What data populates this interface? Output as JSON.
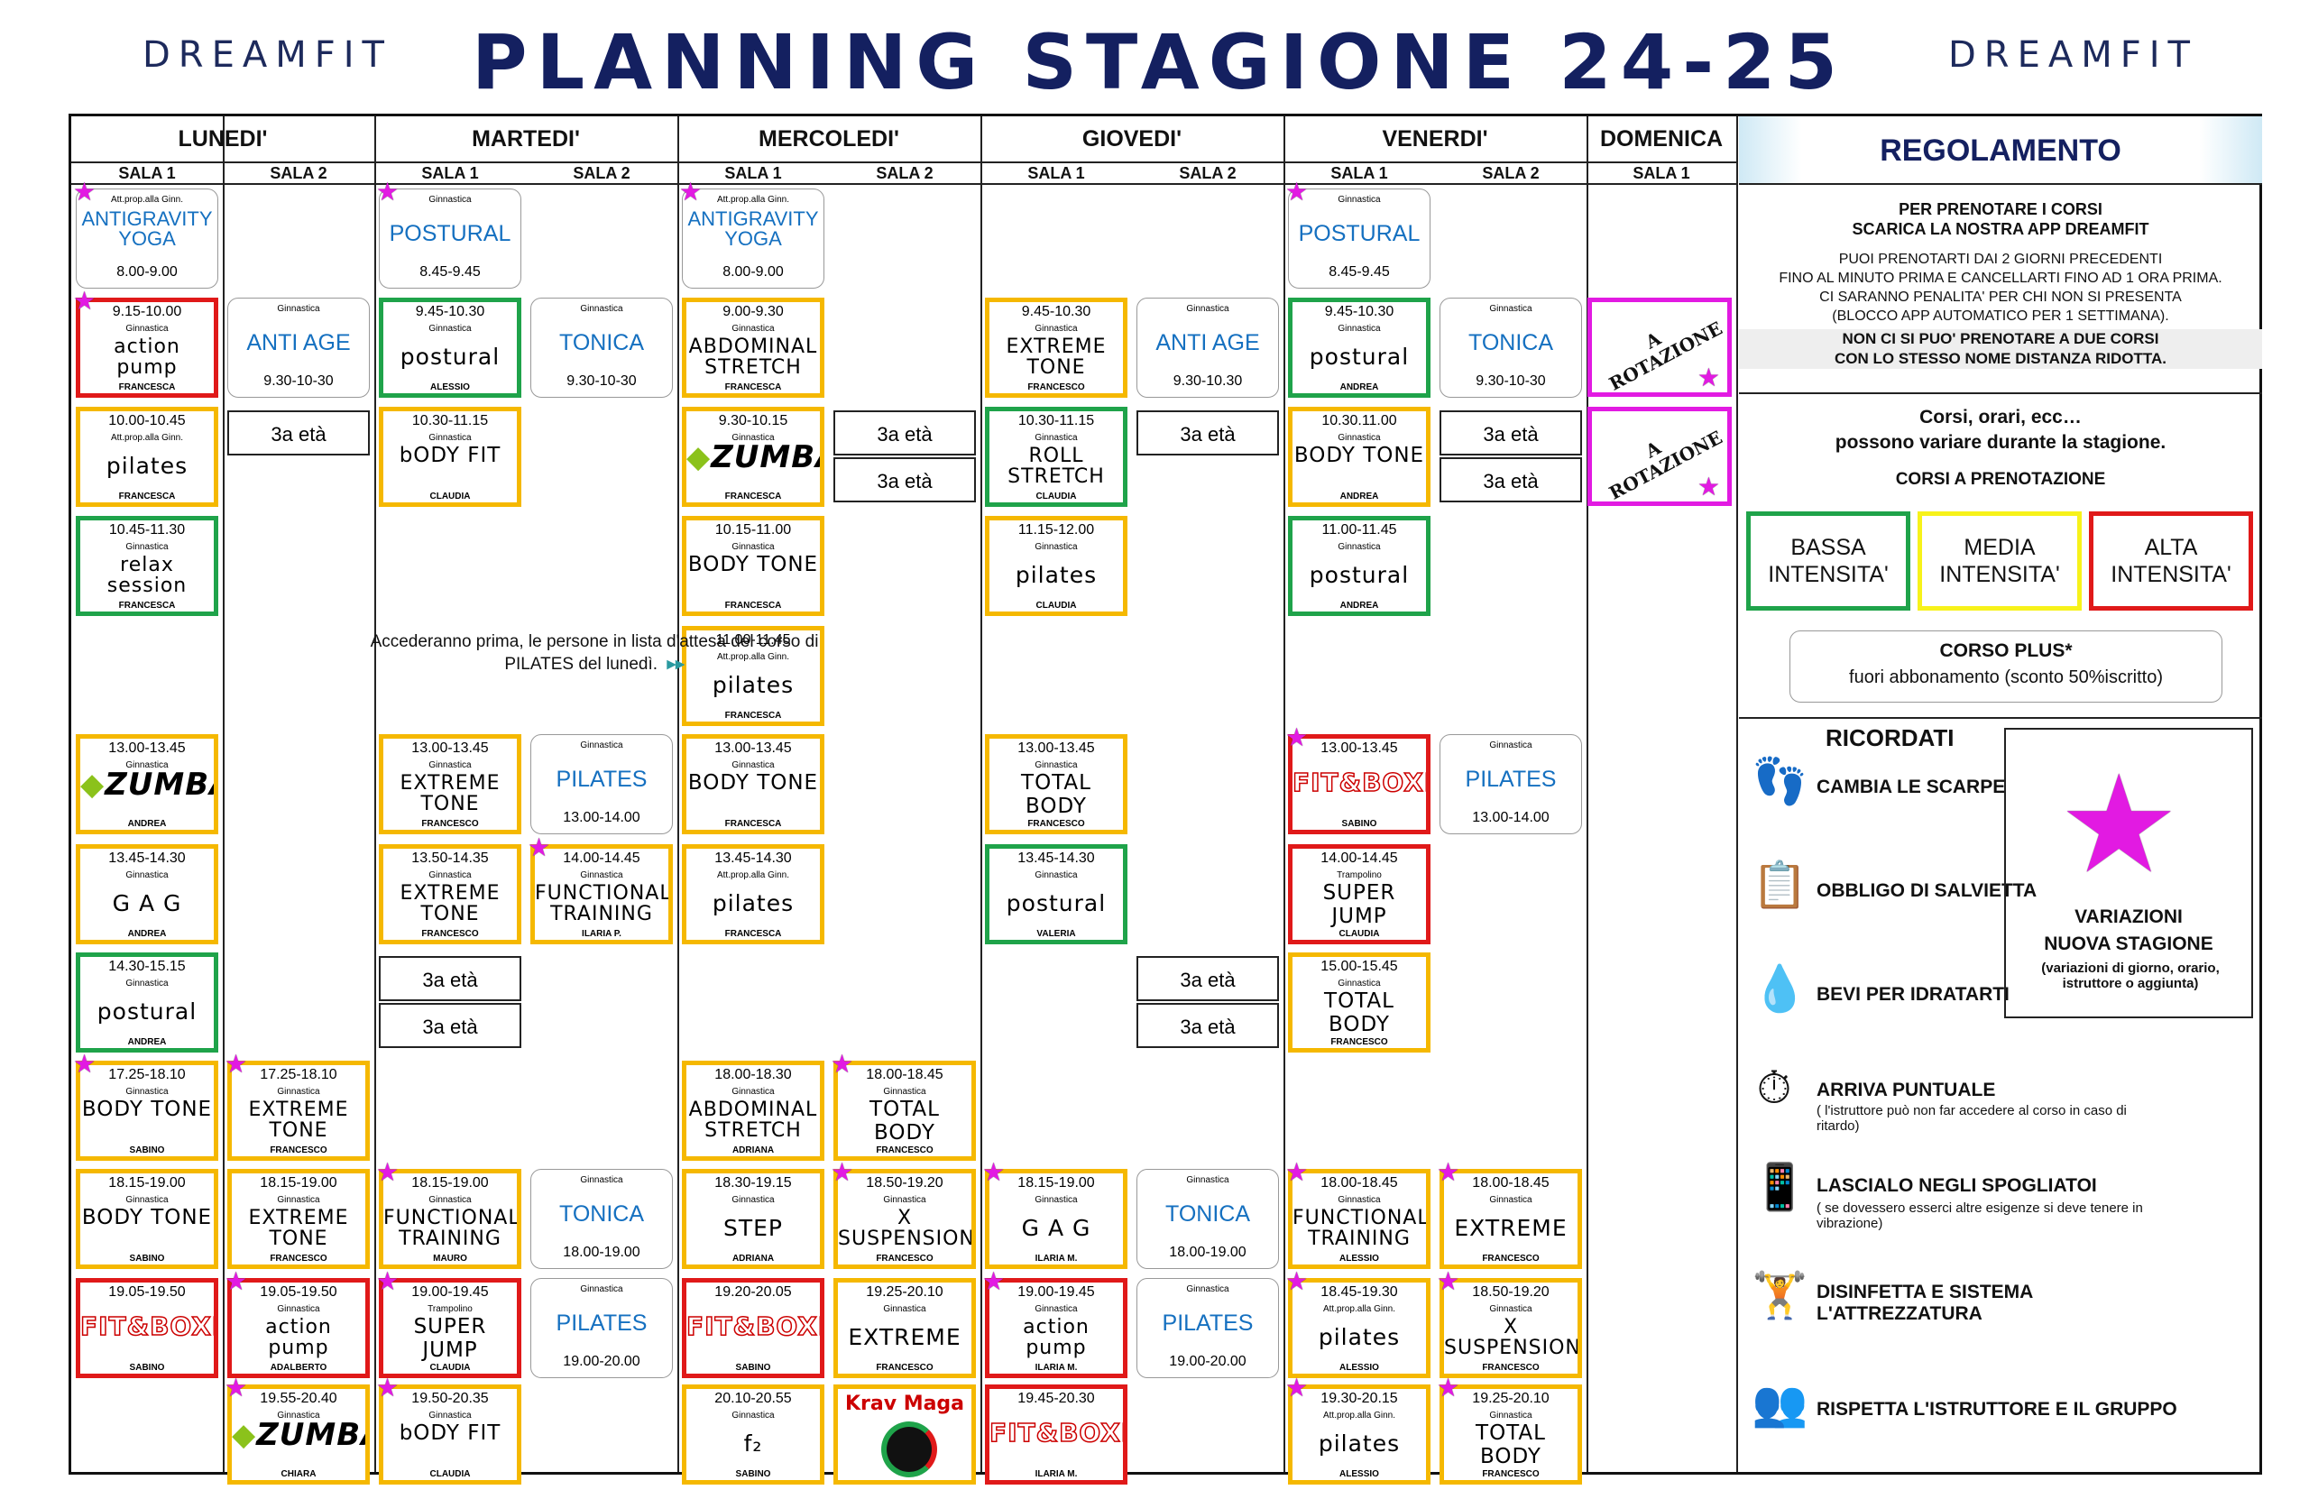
{
  "brand_left": "DREAMFIT",
  "brand_right": "DREAMFIT",
  "title": "PLANNING STAGIONE 24-25",
  "days": [
    "LUNEDI'",
    "MARTEDI'",
    "MERCOLEDI'",
    "GIOVEDI'",
    "VENERDI'",
    "DOMENICA"
  ],
  "sala1": "SALA 1",
  "sala2": "SALA 2",
  "note": "Accederanno prima, le persone in lista d'attesa del corso di PILATES del lunedì.",
  "rotation": "A ROTAZIONE",
  "classes": [
    {
      "c": 0,
      "r": 0,
      "st": "gray",
      "time": "8.00-9.00",
      "sub": "Att.prop.alla Ginn.",
      "name": "ANTIGRAVITY YOGA",
      "ins": "",
      "star": true
    },
    {
      "c": 0,
      "r": 1,
      "st": "r",
      "time": "9.15-10.00",
      "sub": "Ginnastica",
      "name": "action pump",
      "ins": "FRANCESCA",
      "star": true
    },
    {
      "c": 0,
      "r": 2,
      "st": "y",
      "time": "10.00-10.45",
      "sub": "Att.prop.alla Ginn.",
      "name": "pilates",
      "ins": "FRANCESCA",
      "star": false
    },
    {
      "c": 0,
      "r": 3,
      "st": "g",
      "time": "10.45-11.30",
      "sub": "Ginnastica",
      "name": "relax session",
      "ins": "FRANCESCA",
      "star": false
    },
    {
      "c": 0,
      "r": 5,
      "st": "y",
      "time": "13.00-13.45",
      "sub": "Ginnastica",
      "name": "ZUMBA",
      "ins": "ANDREA",
      "star": false,
      "logo": "z"
    },
    {
      "c": 0,
      "r": 6,
      "st": "y",
      "time": "13.45-14.30",
      "sub": "Ginnastica",
      "name": "G A G",
      "ins": "ANDREA",
      "star": false
    },
    {
      "c": 0,
      "r": 7,
      "st": "g",
      "time": "14.30-15.15",
      "sub": "Ginnastica",
      "name": "postural",
      "ins": "ANDREA",
      "star": false
    },
    {
      "c": 0,
      "r": 8,
      "st": "y",
      "time": "17.25-18.10",
      "sub": "Ginnastica",
      "name": "BODY TONE",
      "ins": "SABINO",
      "star": true
    },
    {
      "c": 0,
      "r": 9,
      "st": "y",
      "time": "18.15-19.00",
      "sub": "Ginnastica",
      "name": "BODY TONE",
      "ins": "SABINO",
      "star": false
    },
    {
      "c": 0,
      "r": 10,
      "st": "r",
      "time": "19.05-19.50",
      "sub": "",
      "name": "FIT&BOXE",
      "ins": "SABINO",
      "star": false,
      "logo": "f"
    },
    {
      "c": 1,
      "r": 1,
      "st": "gray",
      "time": "9.30-10-30",
      "sub": "Ginnastica",
      "name": "ANTI AGE",
      "ins": "",
      "star": false
    },
    {
      "c": 1,
      "r": 8,
      "st": "y",
      "time": "17.25-18.10",
      "sub": "Ginnastica",
      "name": "EXTREME TONE",
      "ins": "FRANCESCO",
      "star": true
    },
    {
      "c": 1,
      "r": 9,
      "st": "y",
      "time": "18.15-19.00",
      "sub": "Ginnastica",
      "name": "EXTREME TONE",
      "ins": "FRANCESCO",
      "star": false
    },
    {
      "c": 1,
      "r": 10,
      "st": "r",
      "time": "19.05-19.50",
      "sub": "Ginnastica",
      "name": "action pump",
      "ins": "ADALBERTO",
      "star": true
    },
    {
      "c": 1,
      "r": 11,
      "st": "y",
      "time": "19.55-20.40",
      "sub": "Ginnastica",
      "name": "ZUMBA",
      "ins": "CHIARA",
      "star": true,
      "logo": "z"
    },
    {
      "c": 2,
      "r": 0,
      "st": "gray",
      "time": "8.45-9.45",
      "sub": "Ginnastica",
      "name": "POSTURAL",
      "ins": "",
      "star": true
    },
    {
      "c": 2,
      "r": 1,
      "st": "g",
      "time": "9.45-10.30",
      "sub": "Ginnastica",
      "name": "postural",
      "ins": "ALESSIO",
      "star": false
    },
    {
      "c": 2,
      "r": 2,
      "st": "y",
      "time": "10.30-11.15",
      "sub": "Ginnastica",
      "name": "bODY FIT",
      "ins": "CLAUDIA",
      "star": false
    },
    {
      "c": 2,
      "r": 5,
      "st": "y",
      "time": "13.00-13.45",
      "sub": "Ginnastica",
      "name": "EXTREME TONE",
      "ins": "FRANCESCO",
      "star": false
    },
    {
      "c": 2,
      "r": 6,
      "st": "y",
      "time": "13.50-14.35",
      "sub": "Ginnastica",
      "name": "EXTREME TONE",
      "ins": "FRANCESCO",
      "star": false
    },
    {
      "c": 2,
      "r": 9,
      "st": "y",
      "time": "18.15-19.00",
      "sub": "Ginnastica",
      "name": "FUNCTIONAL TRAINING",
      "ins": "MAURO",
      "star": true
    },
    {
      "c": 2,
      "r": 10,
      "st": "r",
      "time": "19.00-19.45",
      "sub": "Trampolino",
      "name": "SUPER JUMP",
      "ins": "CLAUDIA",
      "star": true
    },
    {
      "c": 2,
      "r": 11,
      "st": "y",
      "time": "19.50-20.35",
      "sub": "Ginnastica",
      "name": "bODY FIT",
      "ins": "CLAUDIA",
      "star": true
    },
    {
      "c": 3,
      "r": 1,
      "st": "gray",
      "time": "9.30-10-30",
      "sub": "Ginnastica",
      "name": "TONICA",
      "ins": "",
      "star": false
    },
    {
      "c": 3,
      "r": 5,
      "st": "gray",
      "time": "13.00-14.00",
      "sub": "Ginnastica",
      "name": "PILATES",
      "ins": "",
      "star": false
    },
    {
      "c": 3,
      "r": 6,
      "st": "y",
      "time": "14.00-14.45",
      "sub": "Ginnastica",
      "name": "FUNCTIONAL TRAINING",
      "ins": "ILARIA P.",
      "star": true
    },
    {
      "c": 3,
      "r": 9,
      "st": "gray",
      "time": "18.00-19.00",
      "sub": "Ginnastica",
      "name": "TONICA",
      "ins": "",
      "star": false
    },
    {
      "c": 3,
      "r": 10,
      "st": "gray",
      "time": "19.00-20.00",
      "sub": "Ginnastica",
      "name": "PILATES",
      "ins": "",
      "star": false
    },
    {
      "c": 4,
      "r": 0,
      "st": "gray",
      "time": "8.00-9.00",
      "sub": "Att.prop.alla Ginn.",
      "name": "ANTIGRAVITY YOGA",
      "ins": "",
      "star": true
    },
    {
      "c": 4,
      "r": 1,
      "st": "y",
      "time": "9.00-9.30",
      "sub": "Ginnastica",
      "name": "ABDOMINAL STRETCH",
      "ins": "FRANCESCA",
      "star": false
    },
    {
      "c": 4,
      "r": 2,
      "st": "y",
      "time": "9.30-10.15",
      "sub": "Ginnastica",
      "name": "ZUMBA",
      "ins": "FRANCESCA",
      "star": false,
      "logo": "z"
    },
    {
      "c": 4,
      "r": 3,
      "st": "y",
      "time": "10.15-11.00",
      "sub": "Ginnastica",
      "name": "BODY TONE",
      "ins": "FRANCESCA",
      "star": false
    },
    {
      "c": 4,
      "r": 4,
      "st": "y",
      "time": "11.00-11.45",
      "sub": "Att.prop.alla Ginn.",
      "name": "pilates",
      "ins": "FRANCESCA",
      "star": false
    },
    {
      "c": 4,
      "r": 5,
      "st": "y",
      "time": "13.00-13.45",
      "sub": "Ginnastica",
      "name": "BODY TONE",
      "ins": "FRANCESCA",
      "star": false
    },
    {
      "c": 4,
      "r": 6,
      "st": "y",
      "time": "13.45-14.30",
      "sub": "Att.prop.alla Ginn.",
      "name": "pilates",
      "ins": "FRANCESCA",
      "star": false
    },
    {
      "c": 4,
      "r": 8,
      "st": "y",
      "time": "18.00-18.30",
      "sub": "Ginnastica",
      "name": "ABDOMINAL STRETCH",
      "ins": "ADRIANA",
      "star": false
    },
    {
      "c": 4,
      "r": 9,
      "st": "y",
      "time": "18.30-19.15",
      "sub": "Ginnastica",
      "name": "STEP",
      "ins": "ADRIANA",
      "star": false
    },
    {
      "c": 4,
      "r": 10,
      "st": "r",
      "time": "19.20-20.05",
      "sub": "",
      "name": "FIT&BOXE",
      "ins": "SABINO",
      "star": false,
      "logo": "f"
    },
    {
      "c": 4,
      "r": 11,
      "st": "y",
      "time": "20.10-20.55",
      "sub": "Ginnastica",
      "name": "f₂",
      "ins": "SABINO",
      "star": false
    },
    {
      "c": 5,
      "r": 8,
      "st": "y",
      "time": "18.00-18.45",
      "sub": "Ginnastica",
      "name": "TOTAL BODY",
      "ins": "FRANCESCO",
      "star": true
    },
    {
      "c": 5,
      "r": 9,
      "st": "y",
      "time": "18.50-19.20",
      "sub": "Ginnastica",
      "name": "X SUSPENSION",
      "ins": "FRANCESCO",
      "star": true
    },
    {
      "c": 5,
      "r": 10,
      "st": "y",
      "time": "19.25-20.10",
      "sub": "Ginnastica",
      "name": "EXTREME",
      "ins": "FRANCESCO",
      "star": false
    },
    {
      "c": 5,
      "r": 11,
      "st": "y",
      "time": "",
      "sub": "",
      "name": "Krav Maga",
      "ins": "",
      "star": false,
      "logo": "k"
    },
    {
      "c": 6,
      "r": 1,
      "st": "y",
      "time": "9.45-10.30",
      "sub": "Ginnastica",
      "name": "EXTREME TONE",
      "ins": "FRANCESCO",
      "star": false
    },
    {
      "c": 6,
      "r": 2,
      "st": "g",
      "time": "10.30-11.15",
      "sub": "Ginnastica",
      "name": "ROLL STRETCH",
      "ins": "CLAUDIA",
      "star": false
    },
    {
      "c": 6,
      "r": 3,
      "st": "y",
      "time": "11.15-12.00",
      "sub": "Ginnastica",
      "name": "pilates",
      "ins": "CLAUDIA",
      "star": false
    },
    {
      "c": 6,
      "r": 5,
      "st": "y",
      "time": "13.00-13.45",
      "sub": "Ginnastica",
      "name": "TOTAL BODY",
      "ins": "FRANCESCO",
      "star": false
    },
    {
      "c": 6,
      "r": 6,
      "st": "g",
      "time": "13.45-14.30",
      "sub": "Ginnastica",
      "name": "postural",
      "ins": "VALERIA",
      "star": false
    },
    {
      "c": 6,
      "r": 9,
      "st": "y",
      "time": "18.15-19.00",
      "sub": "Ginnastica",
      "name": "G A G",
      "ins": "ILARIA M.",
      "star": true
    },
    {
      "c": 6,
      "r": 10,
      "st": "r",
      "time": "19.00-19.45",
      "sub": "Ginnastica",
      "name": "action pump",
      "ins": "ILARIA M.",
      "star": true
    },
    {
      "c": 6,
      "r": 11,
      "st": "r",
      "time": "19.45-20.30",
      "sub": "",
      "name": "FIT&BOXE",
      "ins": "ILARIA M.",
      "star": false,
      "logo": "f"
    },
    {
      "c": 7,
      "r": 1,
      "st": "gray",
      "time": "9.30-10.30",
      "sub": "Ginnastica",
      "name": "ANTI AGE",
      "ins": "",
      "star": false
    },
    {
      "c": 7,
      "r": 9,
      "st": "gray",
      "time": "18.00-19.00",
      "sub": "Ginnastica",
      "name": "TONICA",
      "ins": "",
      "star": false
    },
    {
      "c": 7,
      "r": 10,
      "st": "gray",
      "time": "19.00-20.00",
      "sub": "Ginnastica",
      "name": "PILATES",
      "ins": "",
      "star": false
    },
    {
      "c": 8,
      "r": 0,
      "st": "gray",
      "time": "8.45-9.45",
      "sub": "Ginnastica",
      "name": "POSTURAL",
      "ins": "",
      "star": true
    },
    {
      "c": 8,
      "r": 1,
      "st": "g",
      "time": "9.45-10.30",
      "sub": "Ginnastica",
      "name": "postural",
      "ins": "ANDREA",
      "star": false
    },
    {
      "c": 8,
      "r": 2,
      "st": "y",
      "time": "10.30.11.00",
      "sub": "Ginnastica",
      "name": "BODY TONE",
      "ins": "ANDREA",
      "star": false
    },
    {
      "c": 8,
      "r": 3,
      "st": "g",
      "time": "11.00-11.45",
      "sub": "Ginnastica",
      "name": "postural",
      "ins": "ANDREA",
      "star": false
    },
    {
      "c": 8,
      "r": 5,
      "st": "r",
      "time": "13.00-13.45",
      "sub": "",
      "name": "FIT&BOXE",
      "ins": "SABINO",
      "star": true,
      "logo": "f"
    },
    {
      "c": 8,
      "r": 6,
      "st": "r",
      "time": "14.00-14.45",
      "sub": "Trampolino",
      "name": "SUPER JUMP",
      "ins": "CLAUDIA",
      "star": false
    },
    {
      "c": 8,
      "r": 7,
      "st": "y",
      "time": "15.00-15.45",
      "sub": "Ginnastica",
      "name": "TOTAL BODY",
      "ins": "FRANCESCO",
      "star": false
    },
    {
      "c": 8,
      "r": 9,
      "st": "y",
      "time": "18.00-18.45",
      "sub": "Ginnastica",
      "name": "FUNCTIONAL TRAINING",
      "ins": "ALESSIO",
      "star": true
    },
    {
      "c": 8,
      "r": 10,
      "st": "y",
      "time": "18.45-19.30",
      "sub": "Att.prop.alla Ginn.",
      "name": "pilates",
      "ins": "ALESSIO",
      "star": true
    },
    {
      "c": 8,
      "r": 11,
      "st": "y",
      "time": "19.30-20.15",
      "sub": "Att.prop.alla Ginn.",
      "name": "pilates",
      "ins": "ALESSIO",
      "star": true
    },
    {
      "c": 9,
      "r": 1,
      "st": "gray",
      "time": "9.30-10-30",
      "sub": "Ginnastica",
      "name": "TONICA",
      "ins": "",
      "star": false
    },
    {
      "c": 9,
      "r": 5,
      "st": "gray",
      "time": "13.00-14.00",
      "sub": "Ginnastica",
      "name": "PILATES",
      "ins": "",
      "star": false
    },
    {
      "c": 9,
      "r": 9,
      "st": "y",
      "time": "18.00-18.45",
      "sub": "Ginnastica",
      "name": "EXTREME",
      "ins": "FRANCESCO",
      "star": true
    },
    {
      "c": 9,
      "r": 10,
      "st": "y",
      "time": "18.50-19.20",
      "sub": "Ginnastica",
      "name": "X SUSPENSION",
      "ins": "FRANCESCO",
      "star": true
    },
    {
      "c": 9,
      "r": 11,
      "st": "y",
      "time": "19.25-20.10",
      "sub": "Ginnastica",
      "name": "TOTAL BODY",
      "ins": "FRANCESCO",
      "star": true
    }
  ],
  "terza_eta": [
    {
      "c": 1,
      "slot": 2,
      "label": "3a età"
    },
    {
      "c": 5,
      "slot": 2,
      "label": "3a età"
    },
    {
      "c": 5,
      "slot": 2.5,
      "label": "3a età"
    },
    {
      "c": 7,
      "slot": 2,
      "label": "3a età"
    },
    {
      "c": 9,
      "slot": 2,
      "label": "3a età"
    },
    {
      "c": 9,
      "slot": 2.5,
      "label": "3a età"
    },
    {
      "c": 2,
      "slot": 7,
      "label": "3a età"
    },
    {
      "c": 2,
      "slot": 7.5,
      "label": "3a età"
    },
    {
      "c": 7,
      "slot": 7,
      "label": "3a età"
    },
    {
      "c": 7,
      "slot": 7.5,
      "label": "3a età"
    }
  ],
  "regolamento": {
    "title": "REGOLAMENTO",
    "p1": "PER PRENOTARE I CORSI",
    "p2": "SCARICA LA NOSTRA APP DREAMFIT",
    "p3": "PUOI PRENOTARTI DAI 2 GIORNI PRECEDENTI",
    "p4": "FINO AL MINUTO PRIMA E CANCELLARTI FINO AD 1 ORA PRIMA.",
    "p5": "CI SARANNO PENALITA' PER CHI NON SI PRESENTA",
    "p6": "(BLOCCO APP AUTOMATICO PER 1 SETTIMANA).",
    "p7": "NON CI SI PUO' PRENOTARE A DUE CORSI",
    "p8": "CON LO STESSO NOME DISTANZA RIDOTTA.",
    "v1": "Corsi, orari, ecc…",
    "v2": "possono variare durante la stagione.",
    "cp": "CORSI A PRENOTAZIONE",
    "bassa": "BASSA INTENSITA'",
    "media": "MEDIA INTENSITA'",
    "alta": "ALTA INTENSITA'",
    "plus": "CORSO PLUS*",
    "plus2": "fuori abbonamento (sconto 50%iscritto)",
    "ricordati": "RICORDATI",
    "r1": "CAMBIA LE SCARPE",
    "r2": "OBBLIGO DI SALVIETTA",
    "r3": "BEVI PER IDRATARTI",
    "r4": "ARRIVA PUNTUALE",
    "r4s": "( l'istruttore può non far accedere al corso in caso di ritardo)",
    "r5": "LASCIALO NEGLI SPOGLIATOI",
    "r5s": "( se dovessero esserci altre esigenze si deve tenere in vibrazione)",
    "r6": "DISINFETTA E SISTEMA L'ATTREZZATURA",
    "r7": "RISPETTA L'ISTRUTTORE E IL GRUPPO",
    "var1": "VARIAZIONI",
    "var2": "NUOVA STAGIONE",
    "var3": "(variazioni di giorno, orario, istruttore o aggiunta)"
  },
  "colors": {
    "green": "#1fa34a",
    "yellow": "#f5b800",
    "red": "#e01919",
    "magenta": "#e21ae2",
    "navy": "#142060"
  }
}
